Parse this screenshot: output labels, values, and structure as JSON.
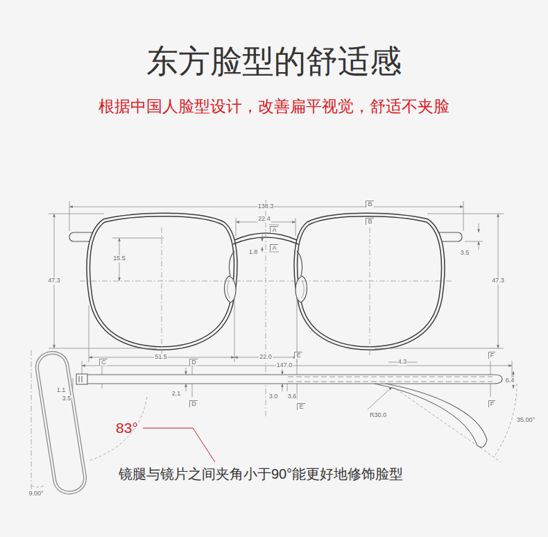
{
  "diagram": {
    "title": "东方脸型的舒适感",
    "caption": "根据中国人脸型设计，改善扁平视觉，舒适不夹脸",
    "labels": [
      "138.3",
      "B",
      "B",
      "22.4",
      "A",
      "A",
      "1.8",
      "15.5",
      "47.3",
      "47.3",
      "3.5",
      "51.5",
      "22.0",
      "E",
      "F",
      "C",
      "D",
      "147.0",
      "4.3",
      "6.4",
      "1.1",
      "3.5",
      "2.1",
      "D",
      "3.0",
      "3.6",
      "E",
      "F",
      "R30.0",
      "35.00°",
      "9.00°",
      "83°",
      "镜腿与镜片之间夹角小于90°能更好地修饰脸型"
    ]
  }
}
